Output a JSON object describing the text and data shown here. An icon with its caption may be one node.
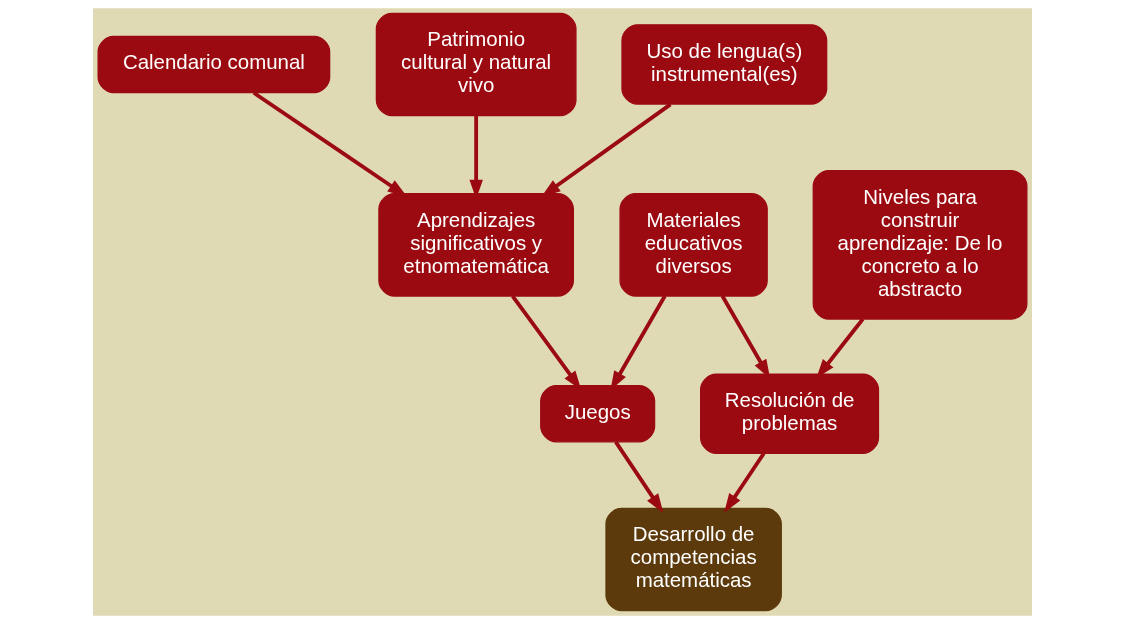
{
  "diagram": {
    "nodes": [
      {
        "text": [
          "Calendario comunal"
        ]
      },
      {
        "text": [
          "Patrimonio cultural y natural vivo"
        ]
      },
      {
        "text": [
          "Desarrollo de competencias matemáticas"
        ]
      },
      {
        "text": [
          "Aprendizajes significativos y etnomatemática"
        ]
      },
      {
        "text": [
          "Juegos"
        ]
      },
      {
        "text": [
          "Resolución de problemas"
        ]
      },
      {
        "text": [
          "Niveles para construir aprendizaje: De lo concreto a lo abstracto"
        ]
      },
      {
        "text": [
          "Uso de lengua(s) instrumental(es)"
        ]
      },
      {
        "text": [
          "Materiales educativos diversos"
        ]
      }
    ],
    "edges": [
      {
        "from": 0,
        "to": 3,
        "arrow": "to"
      },
      {
        "from": 1,
        "to": 3,
        "arrow": "to"
      },
      {
        "from": 4,
        "to": 2,
        "arrow": "to"
      },
      {
        "from": 5,
        "to": 2,
        "arrow": "to"
      },
      {
        "from": 3,
        "to": 4,
        "arrow": "to"
      },
      {
        "from": 6,
        "to": 5,
        "arrow": "to"
      },
      {
        "from": 7,
        "to": 3,
        "arrow": "to"
      },
      {
        "from": 8,
        "to": 4,
        "arrow": "to"
      },
      {
        "from": 8,
        "to": 5,
        "arrow": "to"
      }
    ]
  }
}
